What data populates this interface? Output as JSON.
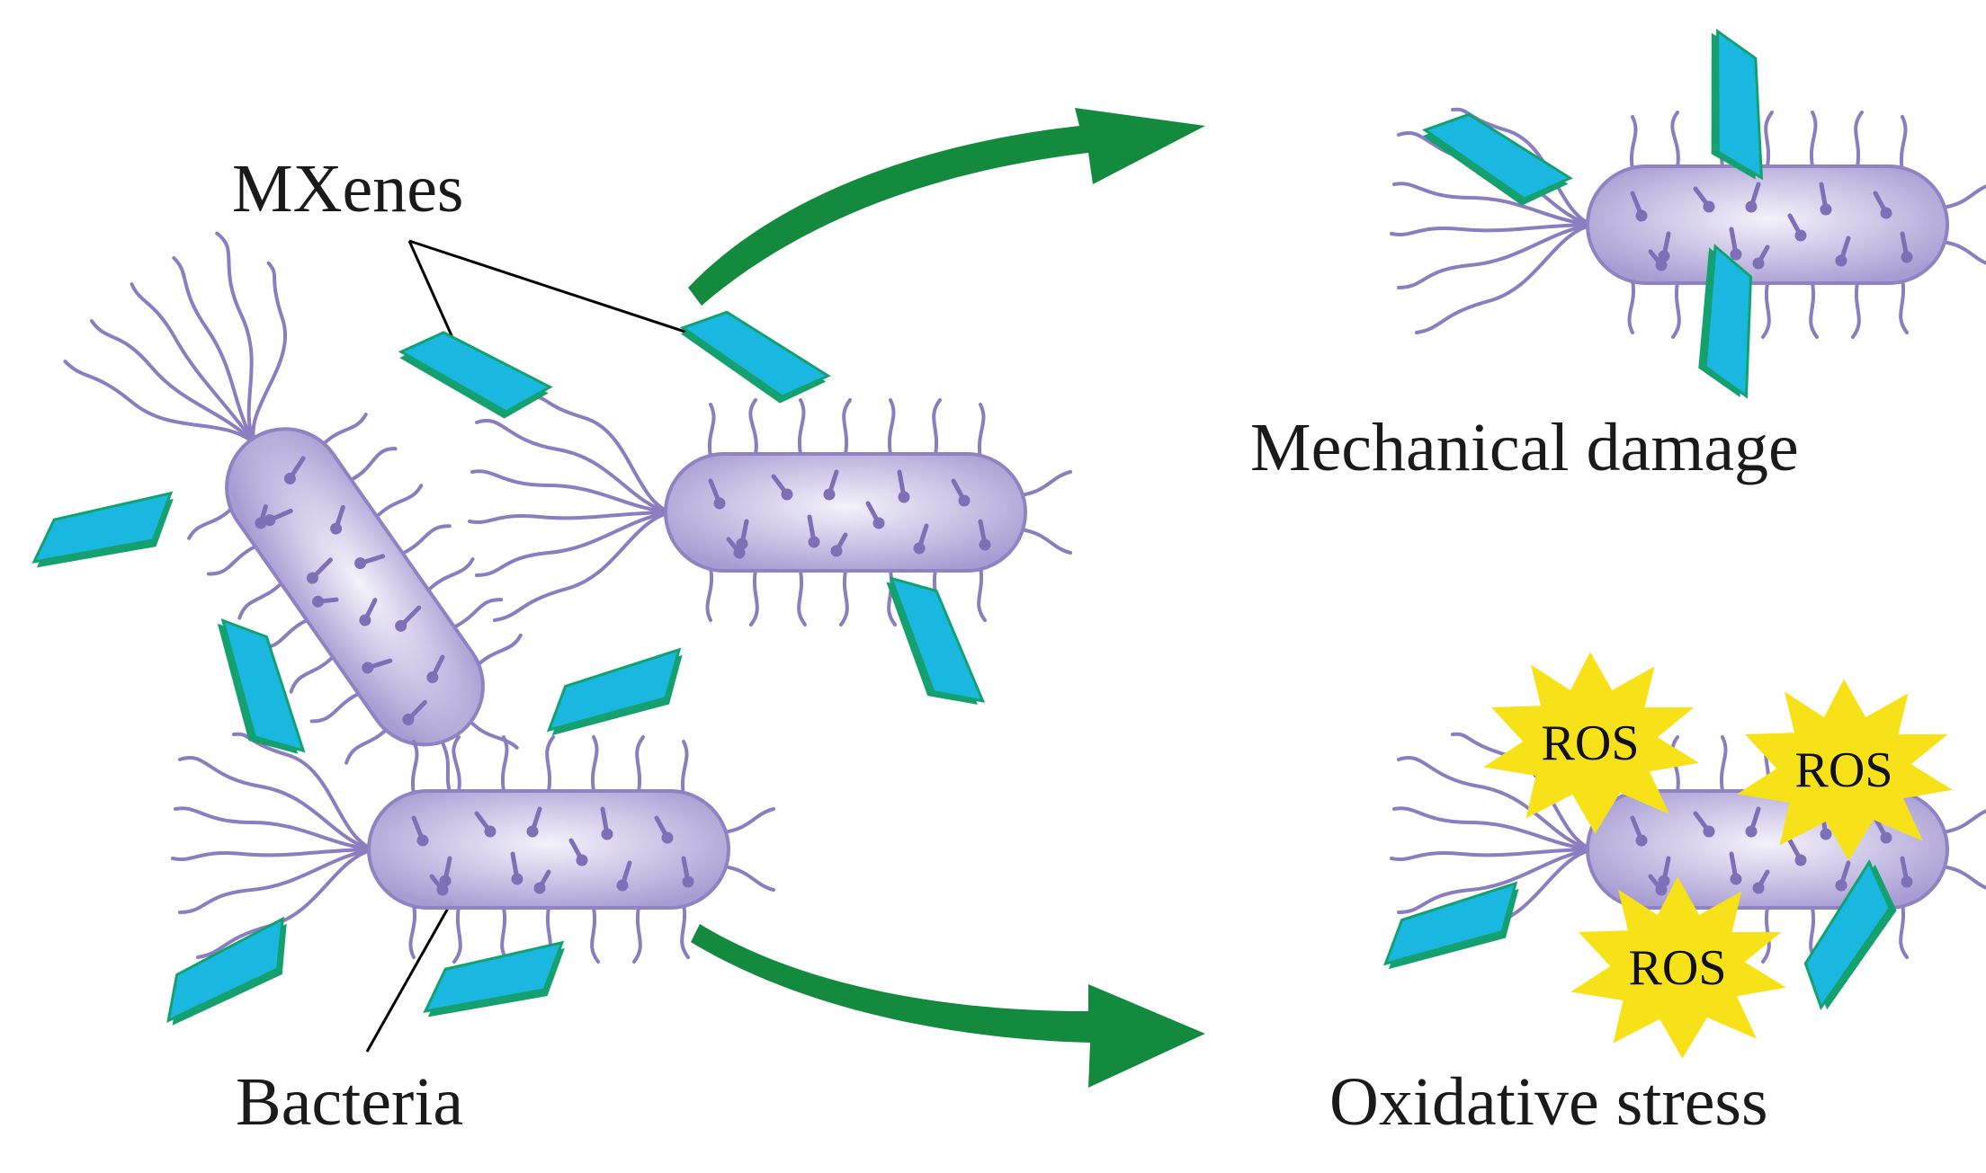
{
  "labels": {
    "mxenes": "MXenes",
    "bacteria": "Bacteria",
    "mechanical_damage": "Mechanical damage",
    "oxidative_stress": "Oxidative stress",
    "ros": "ROS"
  },
  "colors": {
    "bacterium_body": "#c5bde3",
    "bacterium_outline": "#8f83c2",
    "flagella": "#8a7dc0",
    "mxene_fill": "#1ab8e0",
    "mxene_edge": "#15a070",
    "arrow": "#138a3e",
    "ros_burst": "#f7e21a",
    "leader_line": "#000000"
  },
  "icons": [
    "bacterium-icon",
    "mxene-flake-icon",
    "ros-burst-icon",
    "curved-arrow-icon"
  ]
}
